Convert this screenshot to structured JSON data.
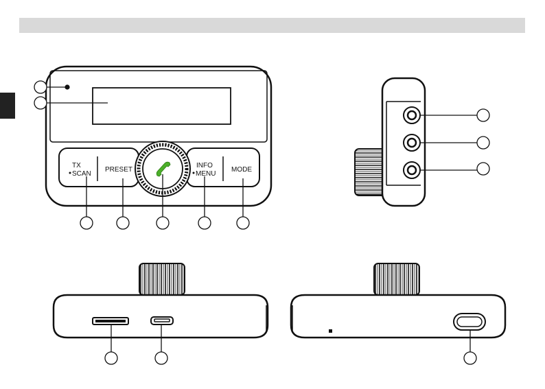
{
  "buttons": {
    "tx": "TX",
    "scan": "SCAN",
    "preset": "PRESET",
    "info": "INFO",
    "menu": "MENU",
    "mode": "MODE"
  },
  "colors": {
    "header_bar": "#d9d9d9",
    "side_tab": "#222222",
    "phone_icon": "#4caf2a",
    "line": "#111111"
  },
  "icons": [
    "phone-icon",
    "dot-bullet-icon"
  ]
}
